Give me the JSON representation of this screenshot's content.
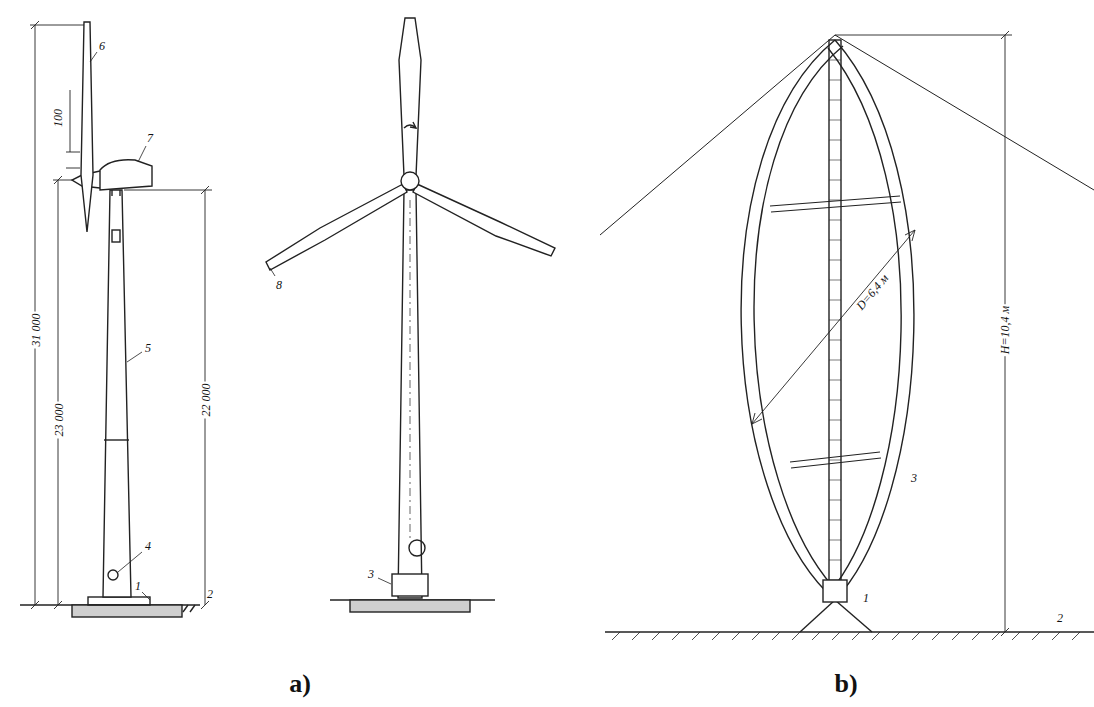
{
  "diagram": {
    "labels": [
      "31 000",
      "23 000",
      "22 000",
      "100",
      "6",
      "7",
      "5",
      "4",
      "1",
      "2",
      "8",
      "3",
      "D=6,4 м",
      "H=10,4 м",
      "3",
      "1",
      "2",
      "a)",
      "b)"
    ]
  }
}
